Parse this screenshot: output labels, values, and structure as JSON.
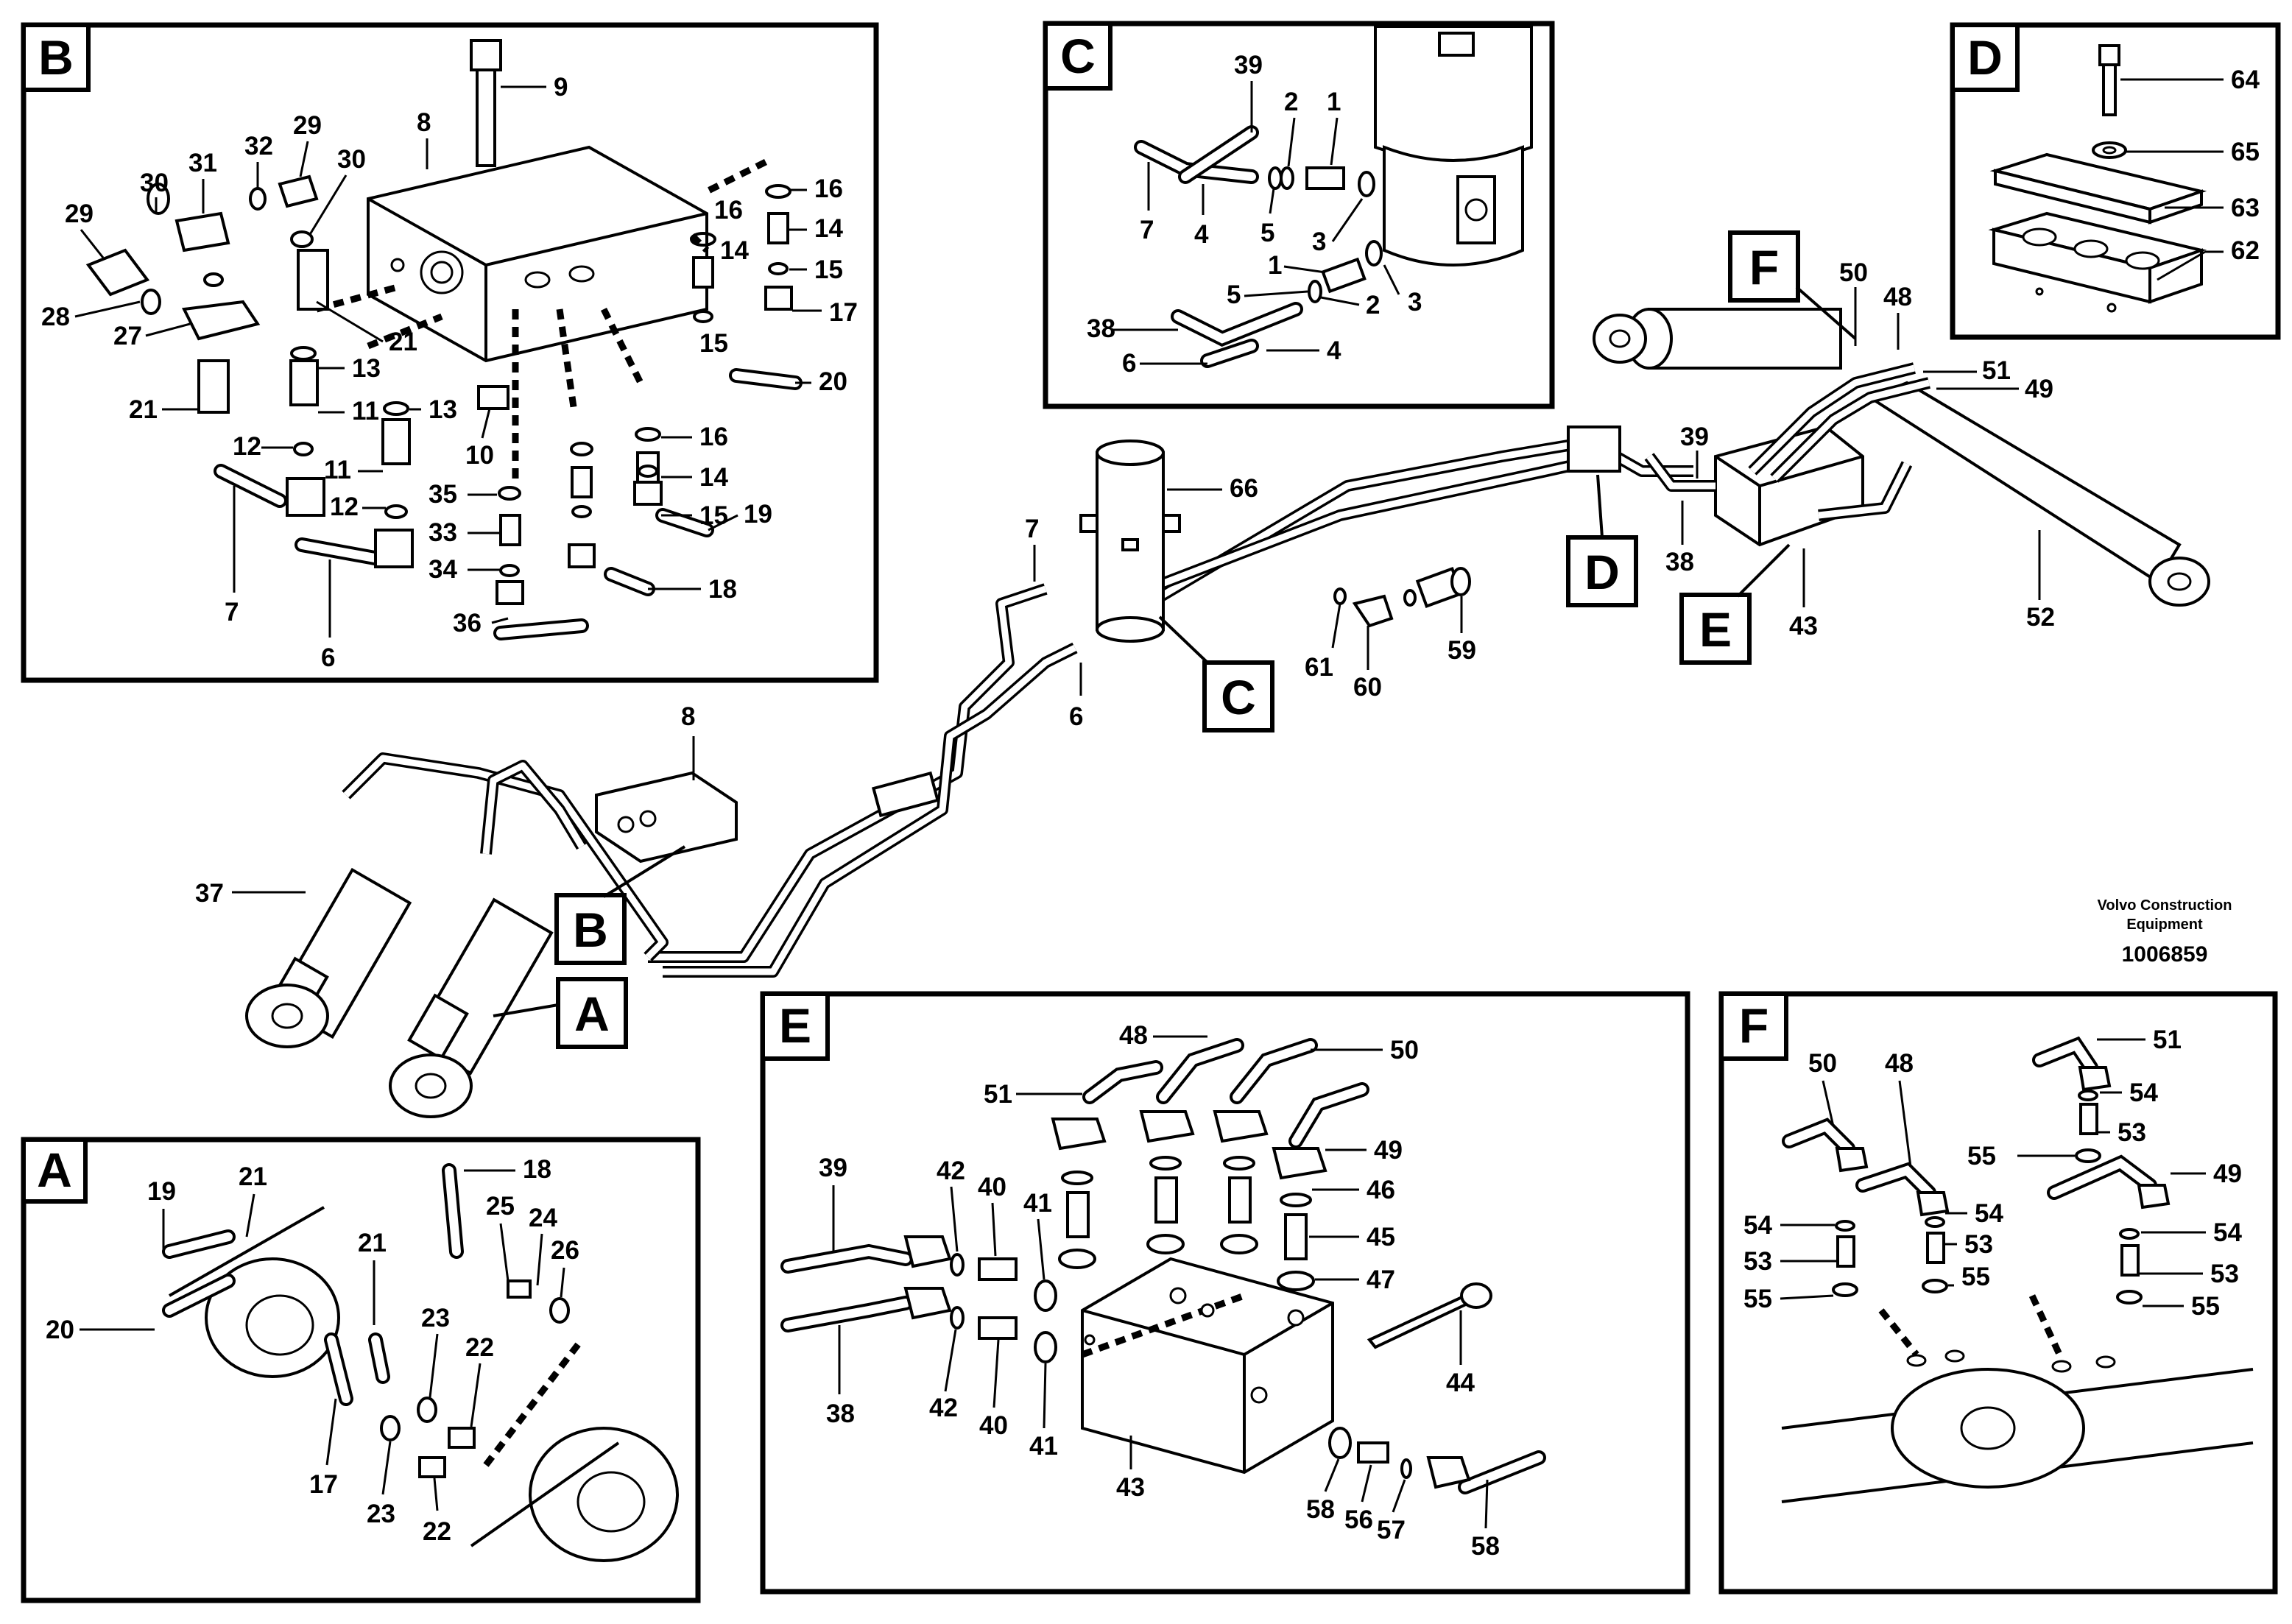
{
  "views": {
    "B": "B",
    "C": "C",
    "D": "D",
    "A": "A",
    "E": "E",
    "F": "F"
  },
  "callouts": {
    "B": "B",
    "C": "C",
    "D": "D",
    "E": "E",
    "F": "F",
    "A": "A"
  },
  "parts": {
    "b": {
      "n9": "9",
      "n8": "8",
      "n29a": "29",
      "n30a": "30",
      "n31": "31",
      "n32": "32",
      "n29b": "29",
      "n30b": "30",
      "n28": "28",
      "n27": "27",
      "n21a": "21",
      "n21b": "21",
      "n13a": "13",
      "n11a": "11",
      "n13b": "13",
      "n12a": "12",
      "n11b": "11",
      "n12b": "12",
      "n10": "10",
      "n7": "7",
      "n6": "6",
      "n35": "35",
      "n33": "33",
      "n34": "34",
      "n36": "36",
      "n16a": "16",
      "n14a": "14",
      "n15a": "15",
      "n16b": "16",
      "n14b": "14",
      "n15b": "15",
      "n17": "17",
      "n20": "20",
      "n16c": "16",
      "n14c": "14",
      "n15c": "15",
      "n19": "19",
      "n18": "18"
    },
    "c": {
      "n39": "39",
      "n2a": "2",
      "n1a": "1",
      "n7": "7",
      "n4a": "4",
      "n5a": "5",
      "n3a": "3",
      "n1b": "1",
      "n3b": "3",
      "n5b": "5",
      "n2b": "2",
      "n38": "38",
      "n6": "6",
      "n4b": "4"
    },
    "d": {
      "n64": "64",
      "n65": "65",
      "n63": "63",
      "n62": "62"
    },
    "main": {
      "n66": "66",
      "n7": "7",
      "n6": "6",
      "n8": "8",
      "n37": "37",
      "n61": "61",
      "n60": "60",
      "n59": "59",
      "n50": "50",
      "n48": "48",
      "n51": "51",
      "n49": "49",
      "n39": "39",
      "n38": "38",
      "n43": "43",
      "n52": "52"
    },
    "a": {
      "n19": "19",
      "n21a": "21",
      "n20": "20",
      "n21b": "21",
      "n18": "18",
      "n25": "25",
      "n24": "24",
      "n26": "26",
      "n23a": "23",
      "n22a": "22",
      "n17": "17",
      "n23b": "23",
      "n22b": "22"
    },
    "e": {
      "n48": "48",
      "n50": "50",
      "n51": "51",
      "n49": "49",
      "n46": "46",
      "n45": "45",
      "n47": "47",
      "n39": "39",
      "n42a": "42",
      "n40a": "40",
      "n41a": "41",
      "n38": "38",
      "n42b": "42",
      "n40b": "40",
      "n41b": "41",
      "n44": "44",
      "n43": "43",
      "n58a": "58",
      "n56": "56",
      "n57": "57",
      "n58b": "58"
    },
    "f": {
      "n50": "50",
      "n48": "48",
      "n51": "51",
      "n54a": "54",
      "n53a": "53",
      "n55a": "55",
      "n49": "49",
      "n54b": "54",
      "n54c": "54",
      "n53b": "53",
      "n53c": "53",
      "n54d": "54",
      "n53d": "53",
      "n55b": "55",
      "n55c": "55",
      "n55d": "55"
    }
  },
  "footer": {
    "brand_line1": "Volvo Construction",
    "brand_line2": "Equipment",
    "doc_number": "1006859"
  }
}
